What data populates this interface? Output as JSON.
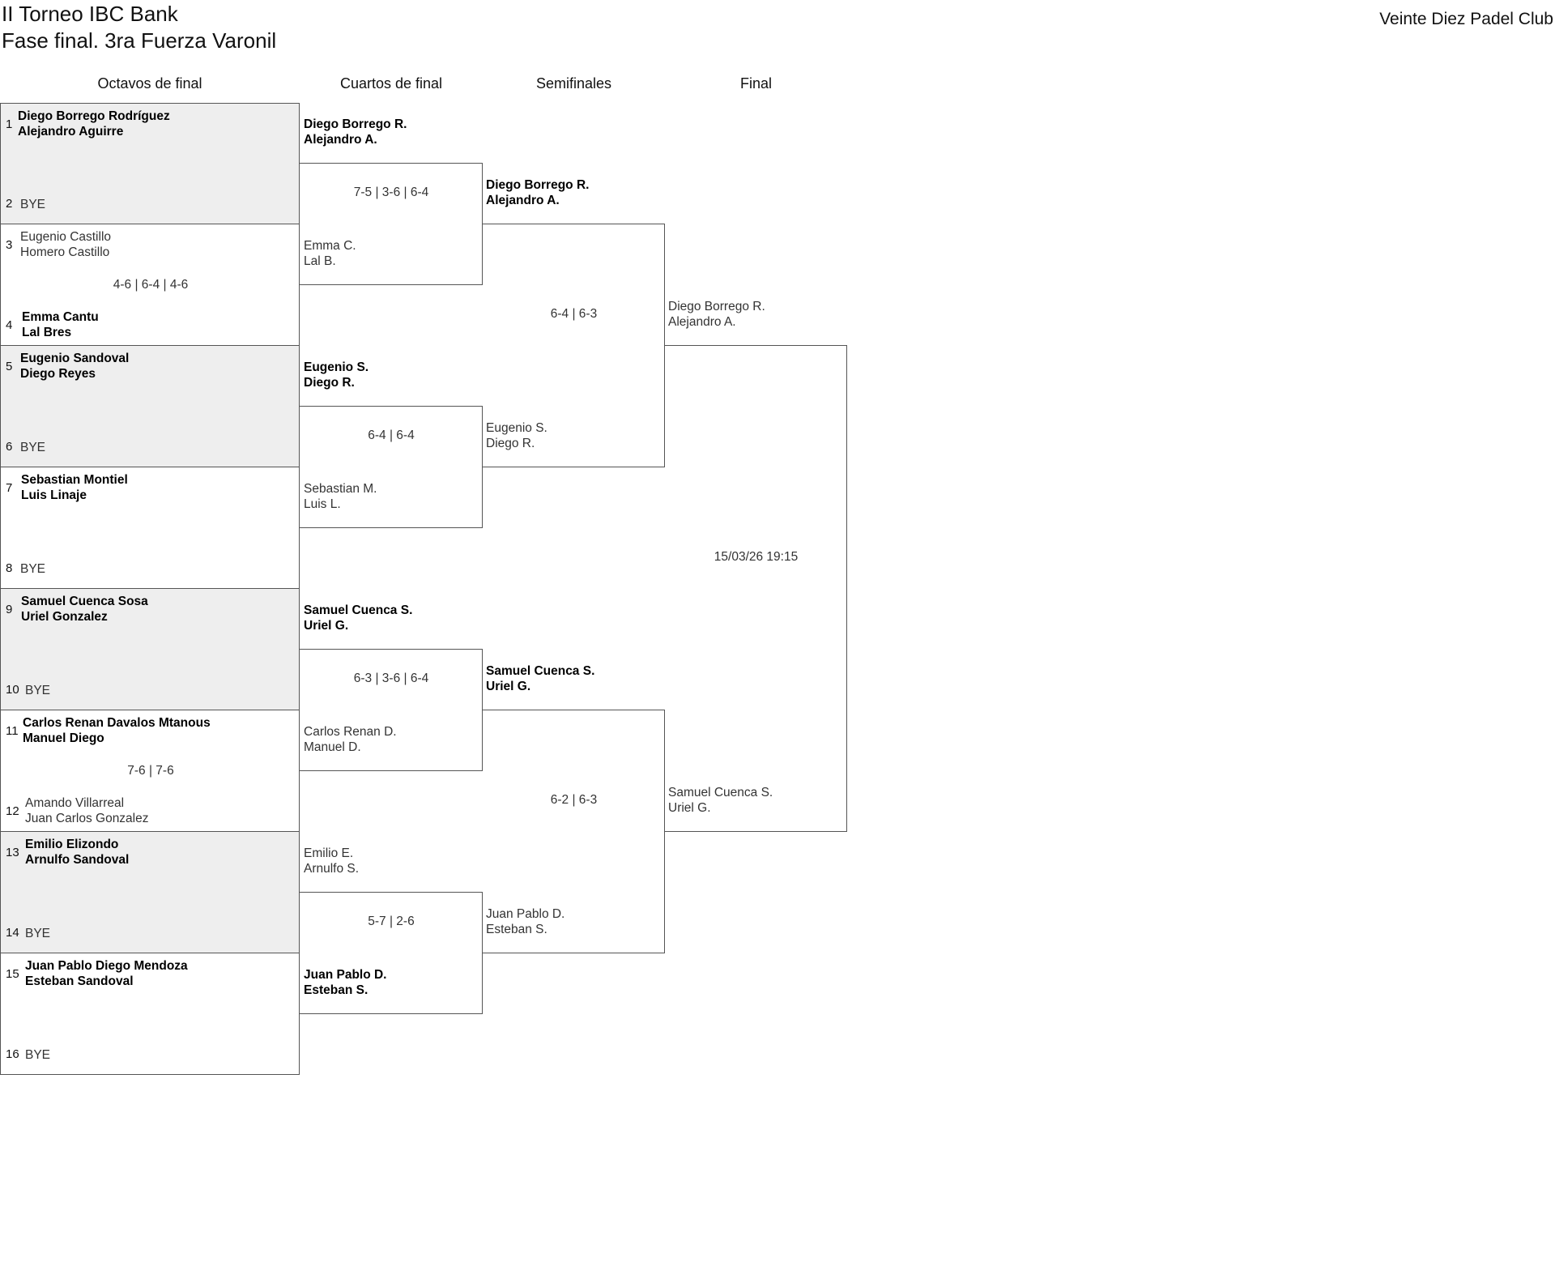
{
  "header": {
    "title_line1": "II Torneo IBC Bank",
    "title_line2": "Fase final. 3ra Fuerza Varonil",
    "club": "Veinte Diez Padel Club"
  },
  "rounds": [
    "Octavos de final",
    "Cuartos de final",
    "Semifinales",
    "Final"
  ],
  "octavos": [
    {
      "seed_a": "1",
      "a1": "Diego Borrego Rodríguez",
      "a2": "Alejandro Aguirre",
      "seed_b": "2",
      "b1": "BYE",
      "b2": "",
      "score": ""
    },
    {
      "seed_a": "3",
      "a1": "Eugenio Castillo",
      "a2": "Homero Castillo",
      "seed_b": "4",
      "b1": "Emma Cantu",
      "b2": "Lal Bres",
      "score": "4-6 | 6-4 | 4-6"
    },
    {
      "seed_a": "5",
      "a1": "Eugenio Sandoval",
      "a2": "Diego Reyes",
      "seed_b": "6",
      "b1": "BYE",
      "b2": "",
      "score": ""
    },
    {
      "seed_a": "7",
      "a1": "Sebastian Montiel",
      "a2": "Luis Linaje",
      "seed_b": "8",
      "b1": "BYE",
      "b2": "",
      "score": ""
    },
    {
      "seed_a": "9",
      "a1": "Samuel Cuenca Sosa",
      "a2": "Uriel Gonzalez",
      "seed_b": "10",
      "b1": "BYE",
      "b2": "",
      "score": ""
    },
    {
      "seed_a": "11",
      "a1": "Carlos Renan Davalos Mtanous",
      "a2": "Manuel Diego",
      "seed_b": "12",
      "b1": "Amando Villarreal",
      "b2": "Juan Carlos Gonzalez",
      "score": "7-6 | 7-6"
    },
    {
      "seed_a": "13",
      "a1": "Emilio Elizondo",
      "a2": "Arnulfo Sandoval",
      "seed_b": "14",
      "b1": "BYE",
      "b2": "",
      "score": ""
    },
    {
      "seed_a": "15",
      "a1": "Juan Pablo Diego Mendoza",
      "a2": "Esteban Sandoval",
      "seed_b": "16",
      "b1": "BYE",
      "b2": "",
      "score": ""
    }
  ],
  "cuartos": [
    {
      "a1": "Diego Borrego R.",
      "a2": "Alejandro A.",
      "b1": "Emma C.",
      "b2": "Lal B.",
      "score": "7-5 | 3-6 | 6-4"
    },
    {
      "a1": "Eugenio S.",
      "a2": "Diego R.",
      "b1": "Sebastian M.",
      "b2": "Luis L.",
      "score": "6-4 | 6-4"
    },
    {
      "a1": "Samuel Cuenca S.",
      "a2": "Uriel G.",
      "b1": "Carlos Renan D.",
      "b2": "Manuel D.",
      "score": "6-3 | 3-6 | 6-4"
    },
    {
      "a1": "Emilio E.",
      "a2": "Arnulfo S.",
      "b1": "Juan Pablo D.",
      "b2": "Esteban S.",
      "score": "5-7 | 2-6"
    }
  ],
  "semis": [
    {
      "a1": "Diego Borrego R.",
      "a2": "Alejandro A.",
      "b1": "Eugenio S.",
      "b2": "Diego R.",
      "score": "6-4 | 6-3"
    },
    {
      "a1": "Samuel Cuenca S.",
      "a2": "Uriel G.",
      "b1": "Juan Pablo D.",
      "b2": "Esteban S.",
      "score": "6-2 | 6-3"
    }
  ],
  "final": {
    "a1": "Diego Borrego R.",
    "a2": "Alejandro A.",
    "b1": "Samuel Cuenca S.",
    "b2": "Uriel G.",
    "datetime": "15/03/26 19:15"
  }
}
